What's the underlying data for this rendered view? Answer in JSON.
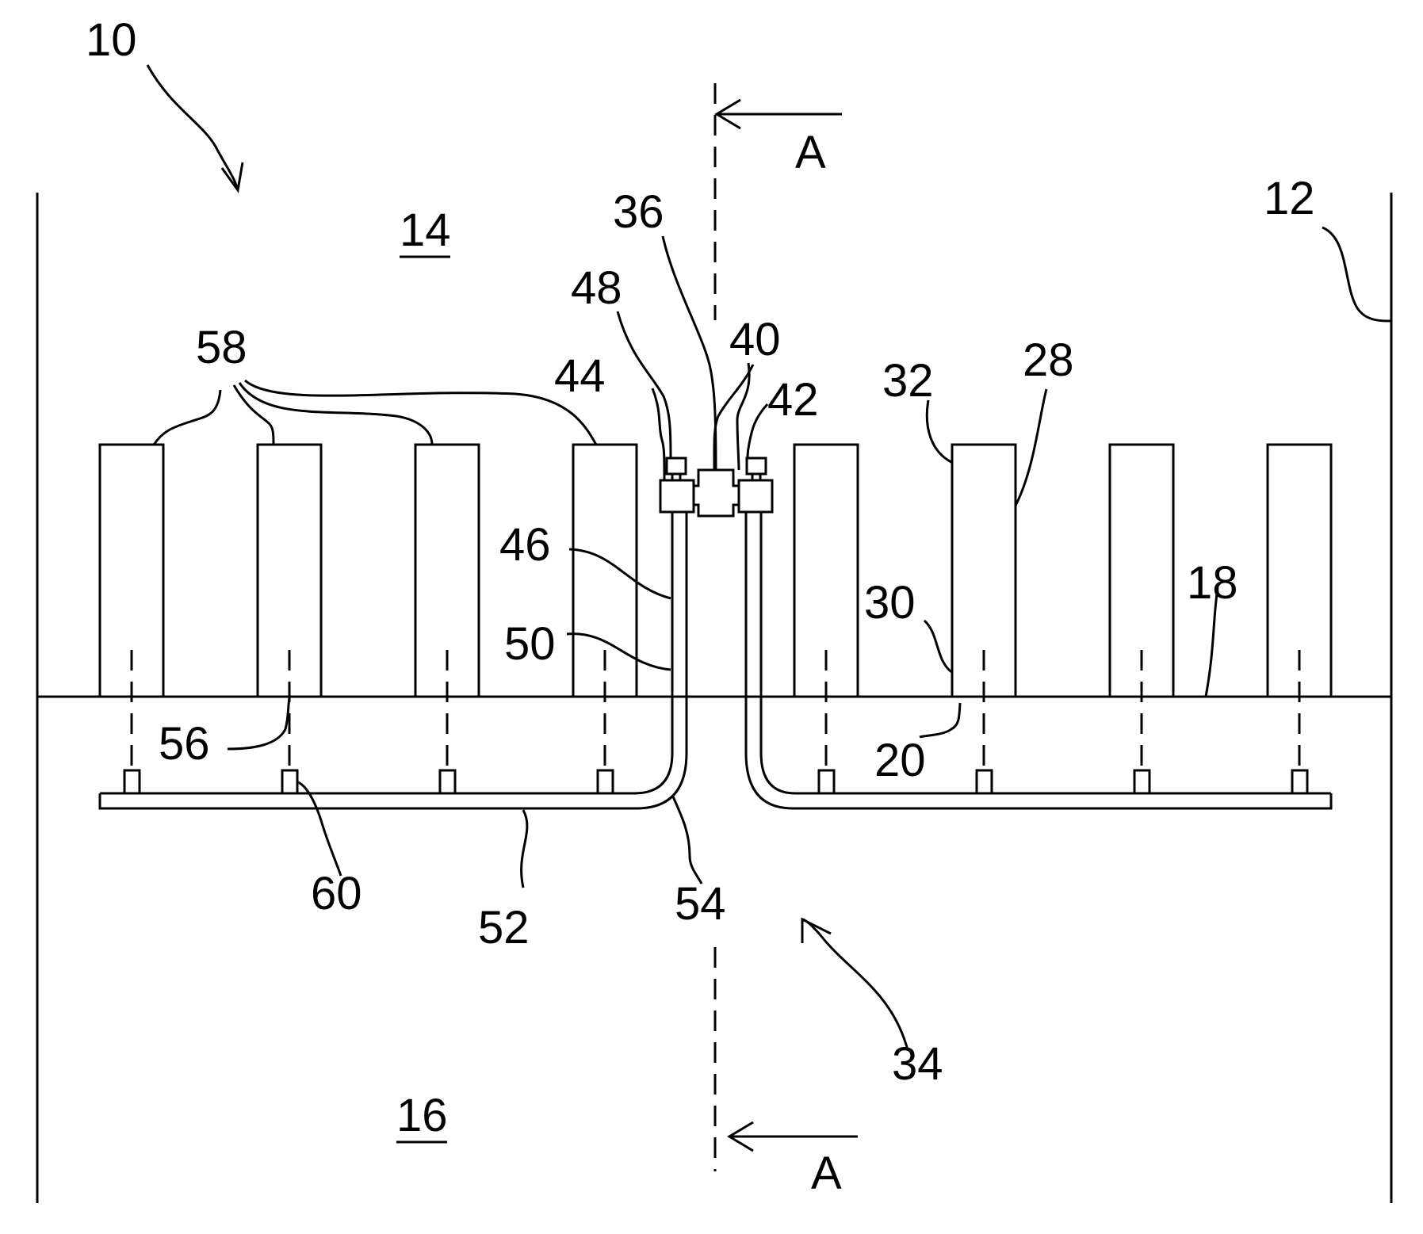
{
  "labels": {
    "device": "10",
    "wall": "12",
    "upper_region": "14",
    "lower_region": "16",
    "plate": "18",
    "plate_surface": "20",
    "pillar_side": "28",
    "pillar_lower_end": "30",
    "pillar_upper_end": "32",
    "assembly": "34",
    "center_block": "36",
    "block_ports": "40",
    "right_connector": "42",
    "left_connector": "44",
    "riser_tube": "46",
    "connector_cap": "48",
    "tube_wall": "50",
    "manifold": "52",
    "bend": "54",
    "axis_line": "56",
    "pillars": "58",
    "nozzle": "60"
  },
  "section": {
    "top_label": "A",
    "bottom_label": "A"
  },
  "colors": {
    "ink": "#000000",
    "paper": "#ffffff"
  }
}
